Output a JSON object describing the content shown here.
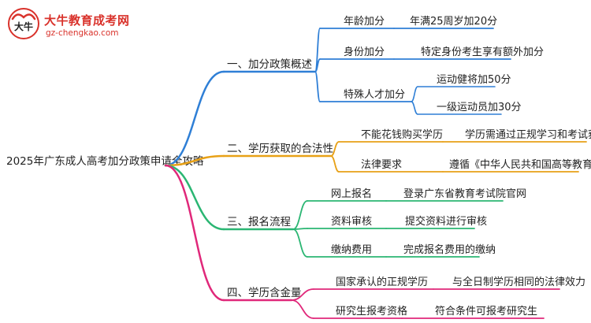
{
  "logo": {
    "name": "大牛教育成考网",
    "url": "gz-chengkao.com",
    "mark_text": "大牛",
    "color": "#d9322b"
  },
  "mindmap": {
    "root": "2025年广东成人高考加分政策申请全攻略",
    "branches": [
      {
        "label": "一、加分政策概述",
        "color": "#2f7fd6",
        "children": [
          {
            "label": "年龄加分",
            "leaf": "年满25周岁加20分"
          },
          {
            "label": "身份加分",
            "leaf": "特定身份考生享有额外加分"
          },
          {
            "label": "特殊人才加分",
            "subs": [
              "运动健将加50分",
              "一级运动员加30分"
            ]
          }
        ]
      },
      {
        "label": "二、学历获取的合法性",
        "color": "#e8a117",
        "children": [
          {
            "label": "不能花钱购买学历",
            "leaf": "学历需通过正规学习和考试获得"
          },
          {
            "label": "法律要求",
            "leaf": "遵循《中华人民共和国高等教育法》"
          }
        ]
      },
      {
        "label": "三、报名流程",
        "color": "#2bb673",
        "children": [
          {
            "label": "网上报名",
            "leaf": "登录广东省教育考试院官网"
          },
          {
            "label": "资料审核",
            "leaf": "提交资料进行审核"
          },
          {
            "label": "缴纳费用",
            "leaf": "完成报名费用的缴纳"
          }
        ]
      },
      {
        "label": "四、学历含金量",
        "color": "#e0287a",
        "children": [
          {
            "label": "国家承认的正规学历",
            "leaf": "与全日制学历相同的法律效力"
          },
          {
            "label": "研究生报考资格",
            "leaf": "符合条件可报考研究生"
          }
        ]
      }
    ]
  }
}
